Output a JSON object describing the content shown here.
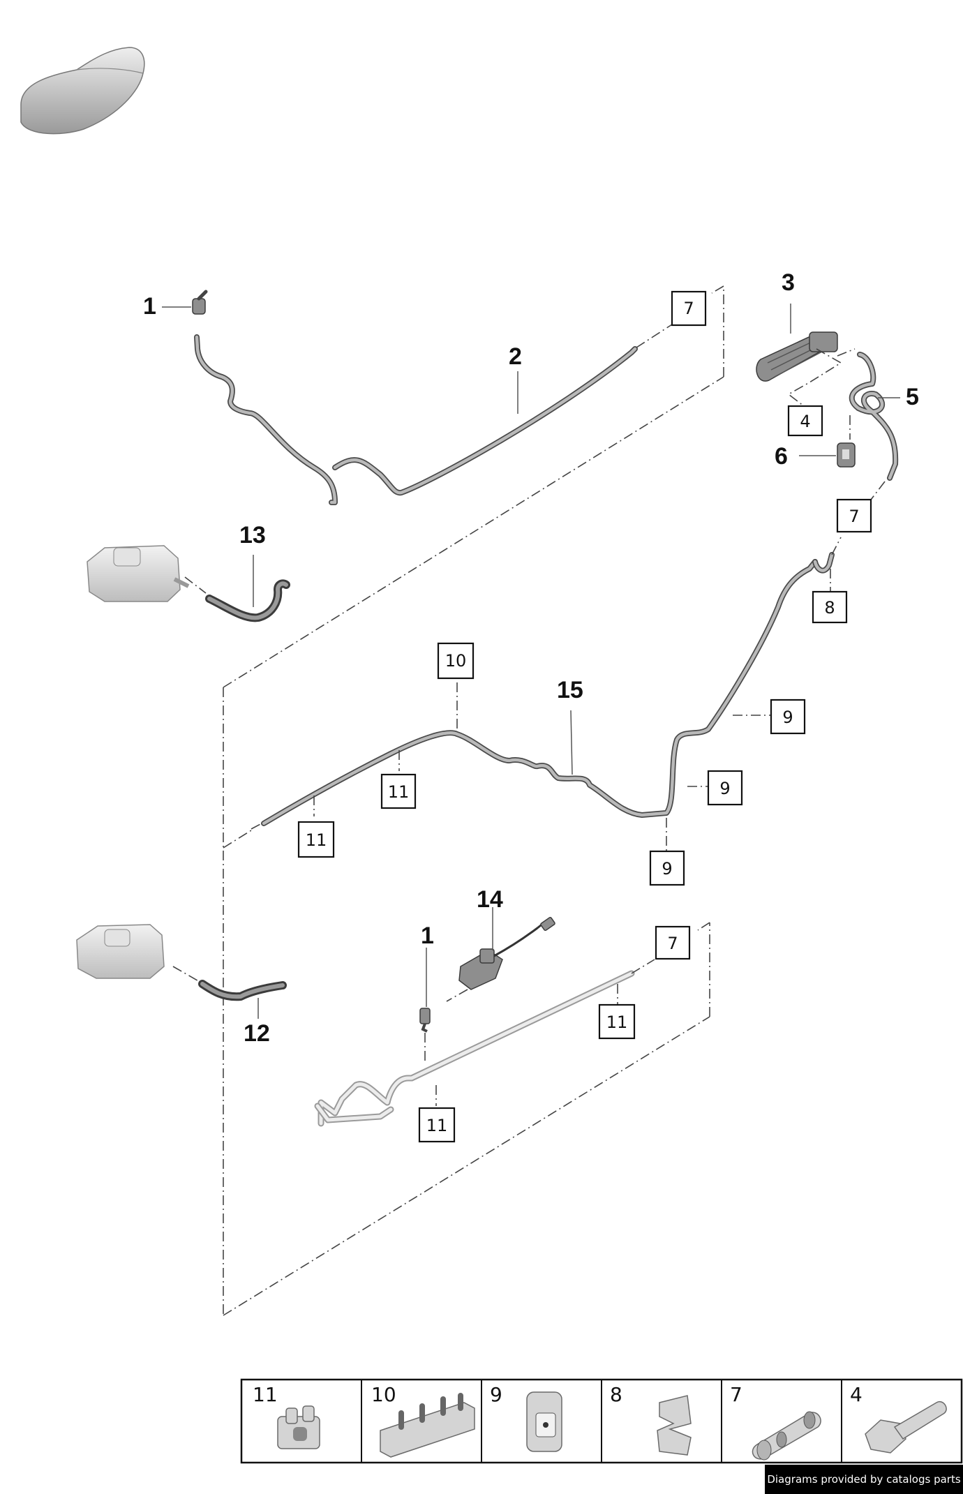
{
  "callouts": {
    "c1a": "1",
    "c2": "2",
    "c3": "3",
    "c5": "5",
    "c6": "6",
    "c13": "13",
    "c15": "15",
    "c14": "14",
    "c1b": "1",
    "c12": "12"
  },
  "boxes": {
    "b7a": "7",
    "b4": "4",
    "b7b": "7",
    "b8": "8",
    "b10": "10",
    "b9a": "9",
    "b9b": "9",
    "b9c": "9",
    "b11a": "11",
    "b11b": "11",
    "b7c": "7",
    "b11c": "11",
    "b11d": "11"
  },
  "legend": {
    "items": [
      {
        "number": "11",
        "icon": "clip-icon"
      },
      {
        "number": "10",
        "icon": "multi-clip-icon"
      },
      {
        "number": "9",
        "icon": "holder-icon"
      },
      {
        "number": "8",
        "icon": "bracket-clip-icon"
      },
      {
        "number": "7",
        "icon": "connector-icon"
      },
      {
        "number": "4",
        "icon": "bolt-icon"
      }
    ]
  },
  "footer": {
    "credit": "Diagrams provided by catalogs parts"
  }
}
